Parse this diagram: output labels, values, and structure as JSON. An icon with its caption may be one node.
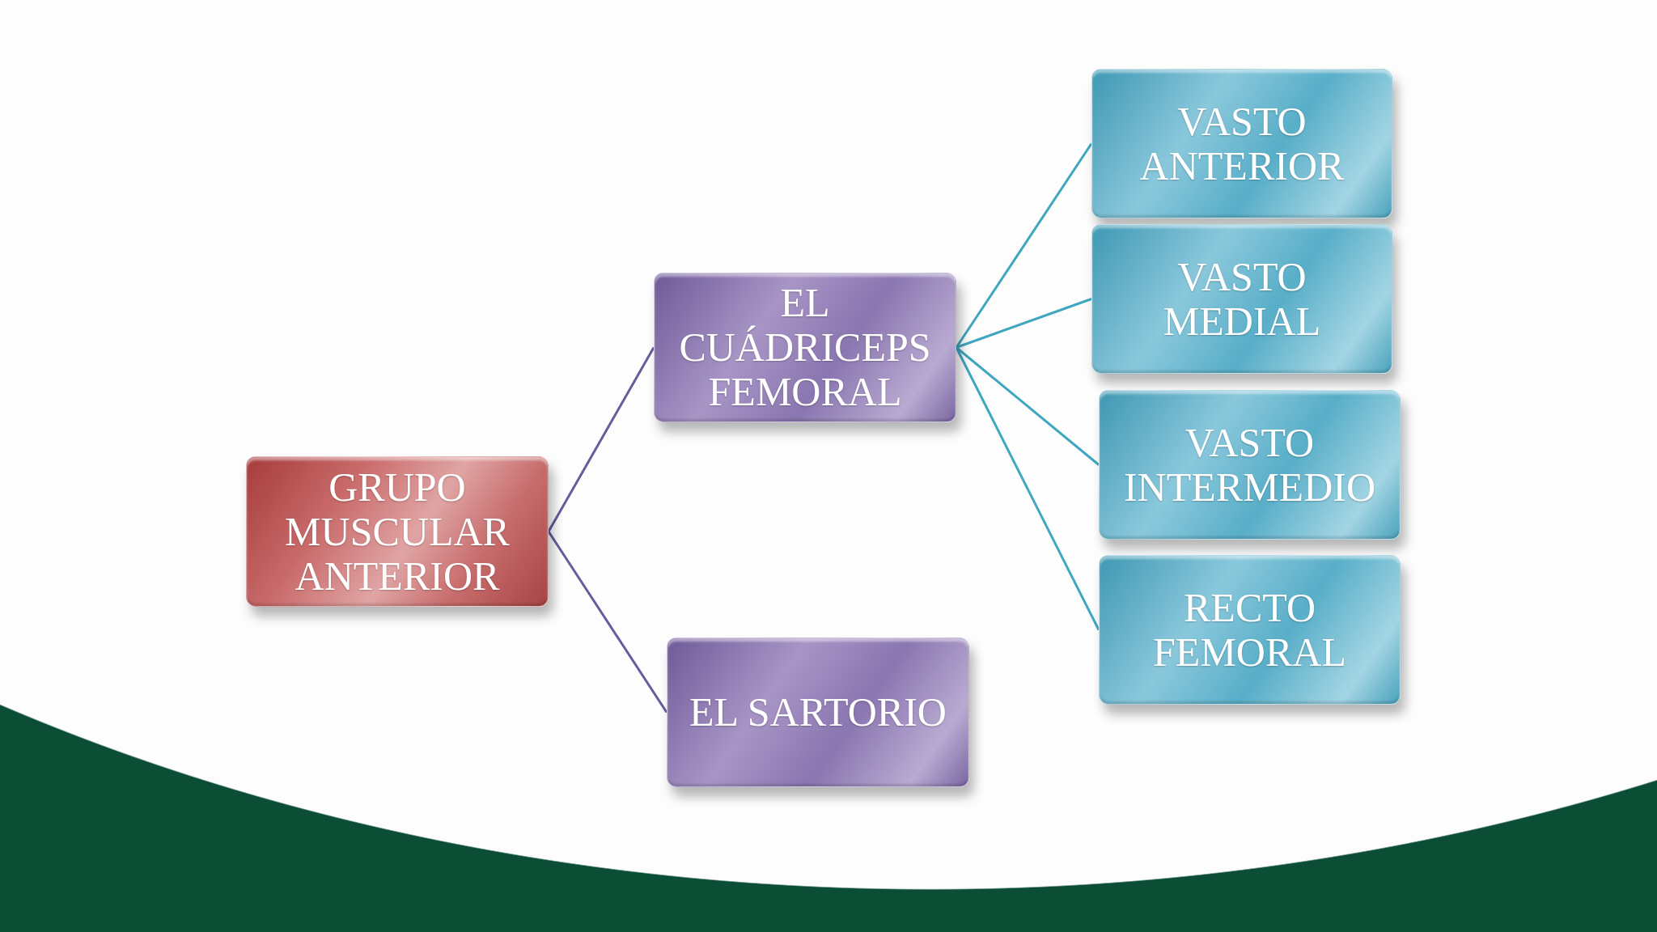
{
  "diagram": {
    "nodes": [
      {
        "text": [
          "GRUPO MUSCULAR ANTERIOR"
        ]
      },
      {
        "text": [
          "EL CUÁDRICEPS FEMORAL"
        ]
      },
      {
        "text": [
          "EL SARTORIO"
        ]
      },
      {
        "text": [
          "VASTO ANTERIOR"
        ]
      },
      {
        "text": [
          "VASTO MEDIAL"
        ]
      },
      {
        "text": [
          "VASTO INTERMEDIO"
        ]
      },
      {
        "text": [
          "RECTO FEMORAL"
        ]
      }
    ],
    "edges": [
      {
        "from": 0,
        "to": 1,
        "arrow": "none",
        "color": "#6a5a9e"
      },
      {
        "from": 0,
        "to": 2,
        "arrow": "none",
        "color": "#6a5a9e"
      },
      {
        "from": 1,
        "to": 3,
        "arrow": "none"
      },
      {
        "from": 1,
        "to": 4,
        "arrow": "none"
      },
      {
        "from": 1,
        "to": 5,
        "arrow": "none"
      },
      {
        "from": 1,
        "to": 6,
        "arrow": "none"
      }
    ]
  }
}
